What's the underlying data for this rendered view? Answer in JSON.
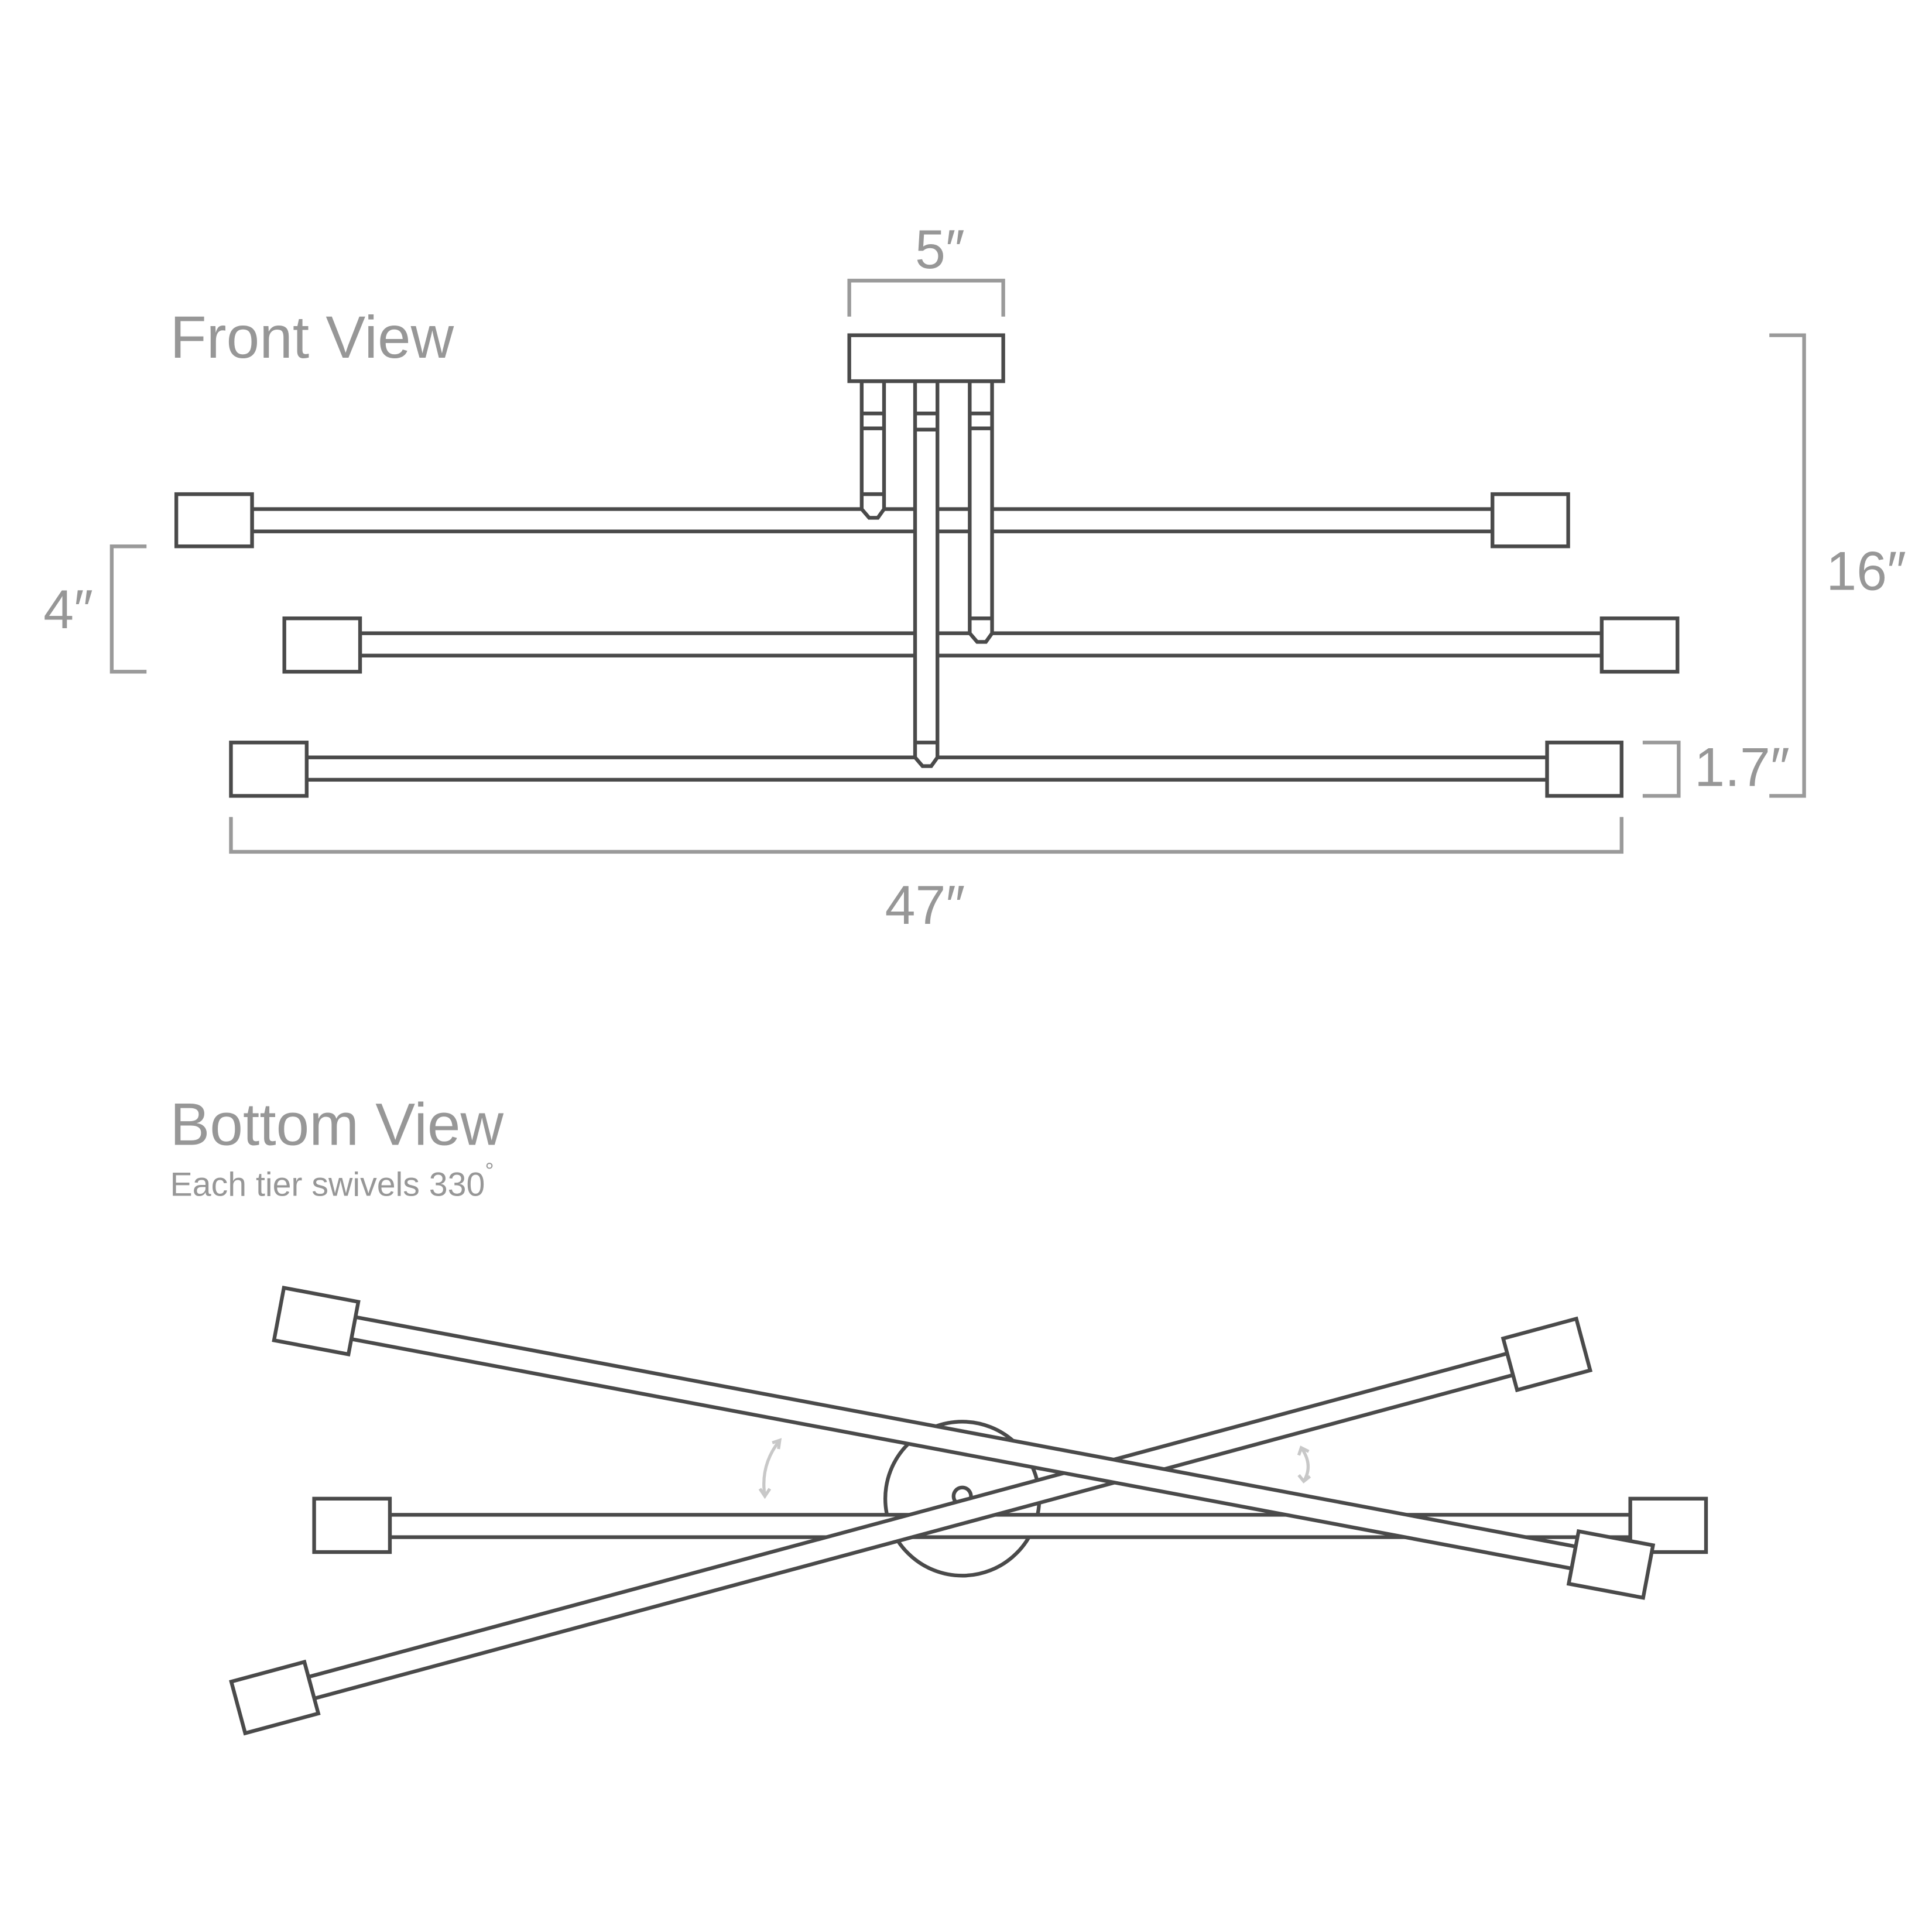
{
  "front_view": {
    "title": "Front View",
    "dimensions": {
      "canopy_width": "5″",
      "overall_height": "16″",
      "tier_spacing": "4″",
      "socket_height": "1.7″",
      "overall_width": "47″"
    }
  },
  "bottom_view": {
    "title": "Bottom View",
    "subtitle": "Each tier swivels 330",
    "degree_symbol": "°"
  },
  "colors": {
    "line": "#4a4a4a",
    "dimension": "#9a9a9a",
    "text": "#979797"
  }
}
